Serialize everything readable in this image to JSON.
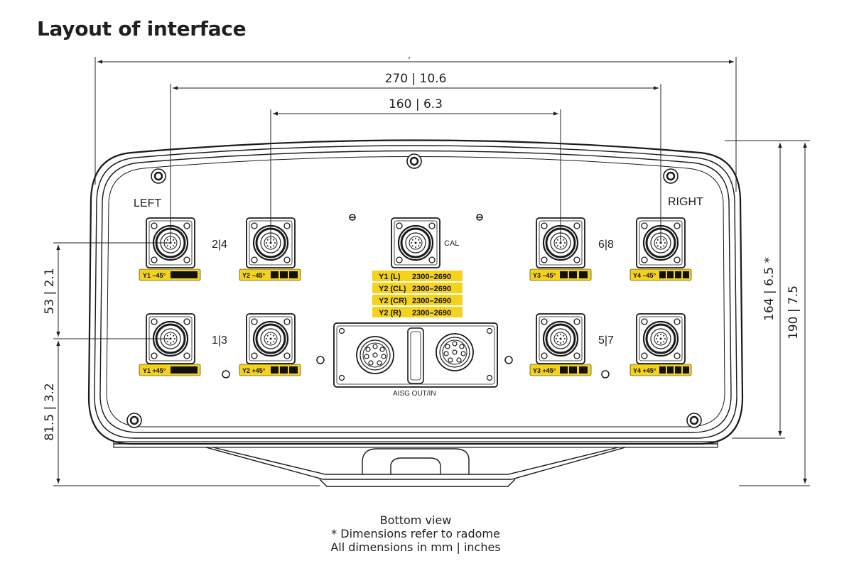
{
  "title": "Layout of interface",
  "dimensions": {
    "overall_width": "",
    "width_270": "270 | 10.6",
    "width_160": "160 | 6.3",
    "height_164": "164 | 6.5 *",
    "height_190": "190 | 7.5",
    "height_53": "53 | 2.1",
    "height_81_5": "81.5 | 3.2"
  },
  "labels": {
    "left": "LEFT",
    "right": "RIGHT",
    "cal": "CAL",
    "aisg": "AISG OUT/IN",
    "pair_24": "2|4",
    "pair_13": "1|3",
    "pair_68": "6|8",
    "pair_57": "5|7"
  },
  "port_tags": {
    "y1_minus": "Y1 –45°",
    "y2_minus": "Y2 –45°",
    "y3_minus": "Y3 –45°",
    "y4_minus": "Y4 –45°",
    "y1_plus": "Y1 +45°",
    "y2_plus": "Y2 +45°",
    "y3_plus": "Y3 +45°",
    "y4_plus": "Y4 +45°"
  },
  "bands": [
    {
      "name": "Y1 (L)",
      "range": "2300–2690"
    },
    {
      "name": "Y2 (CL)",
      "range": "2300–2690"
    },
    {
      "name": "Y2 (CR)",
      "range": "2300–2690"
    },
    {
      "name": "Y2 (R)",
      "range": "2300–2690"
    }
  ],
  "caption": {
    "line1": "Bottom view",
    "line2": "* Dimensions refer to radome",
    "line3": "All dimensions in mm | inches"
  },
  "colors": {
    "tag_yellow": "#f5d31c",
    "outline": "#1a1a1a"
  }
}
